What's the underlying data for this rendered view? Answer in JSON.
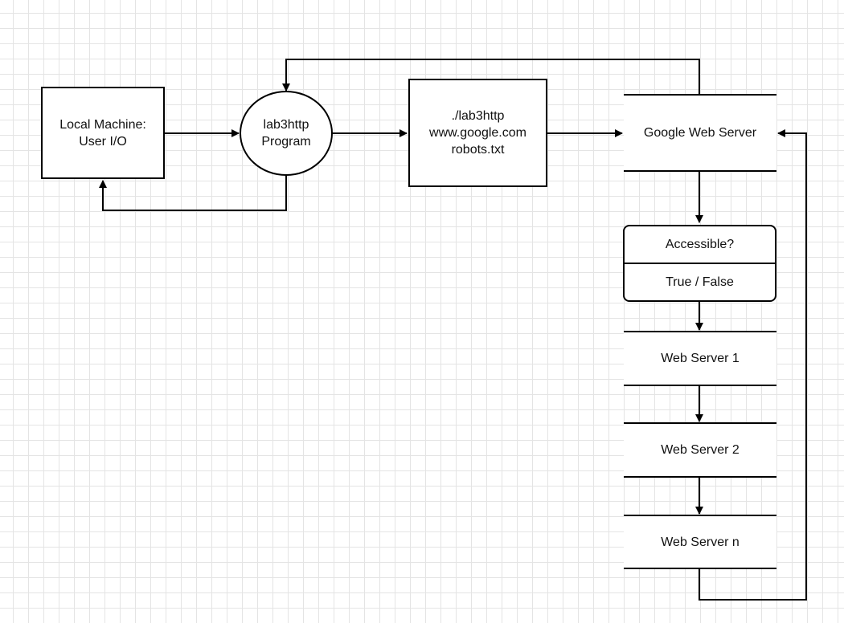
{
  "nodes": {
    "local_machine": "Local Machine:\nUser I/O",
    "program": "lab3http\nProgram",
    "command": "./lab3http\nwww.google.com\nrobots.txt",
    "google_server": "Google Web Server",
    "accessible_question": "Accessible?",
    "accessible_answer": "True / False",
    "web_server_1": "Web Server 1",
    "web_server_2": "Web Server 2",
    "web_server_n": "Web Server n"
  },
  "colors": {
    "line": "#000000",
    "grid": "#e4e4e4",
    "background": "#ffffff"
  }
}
